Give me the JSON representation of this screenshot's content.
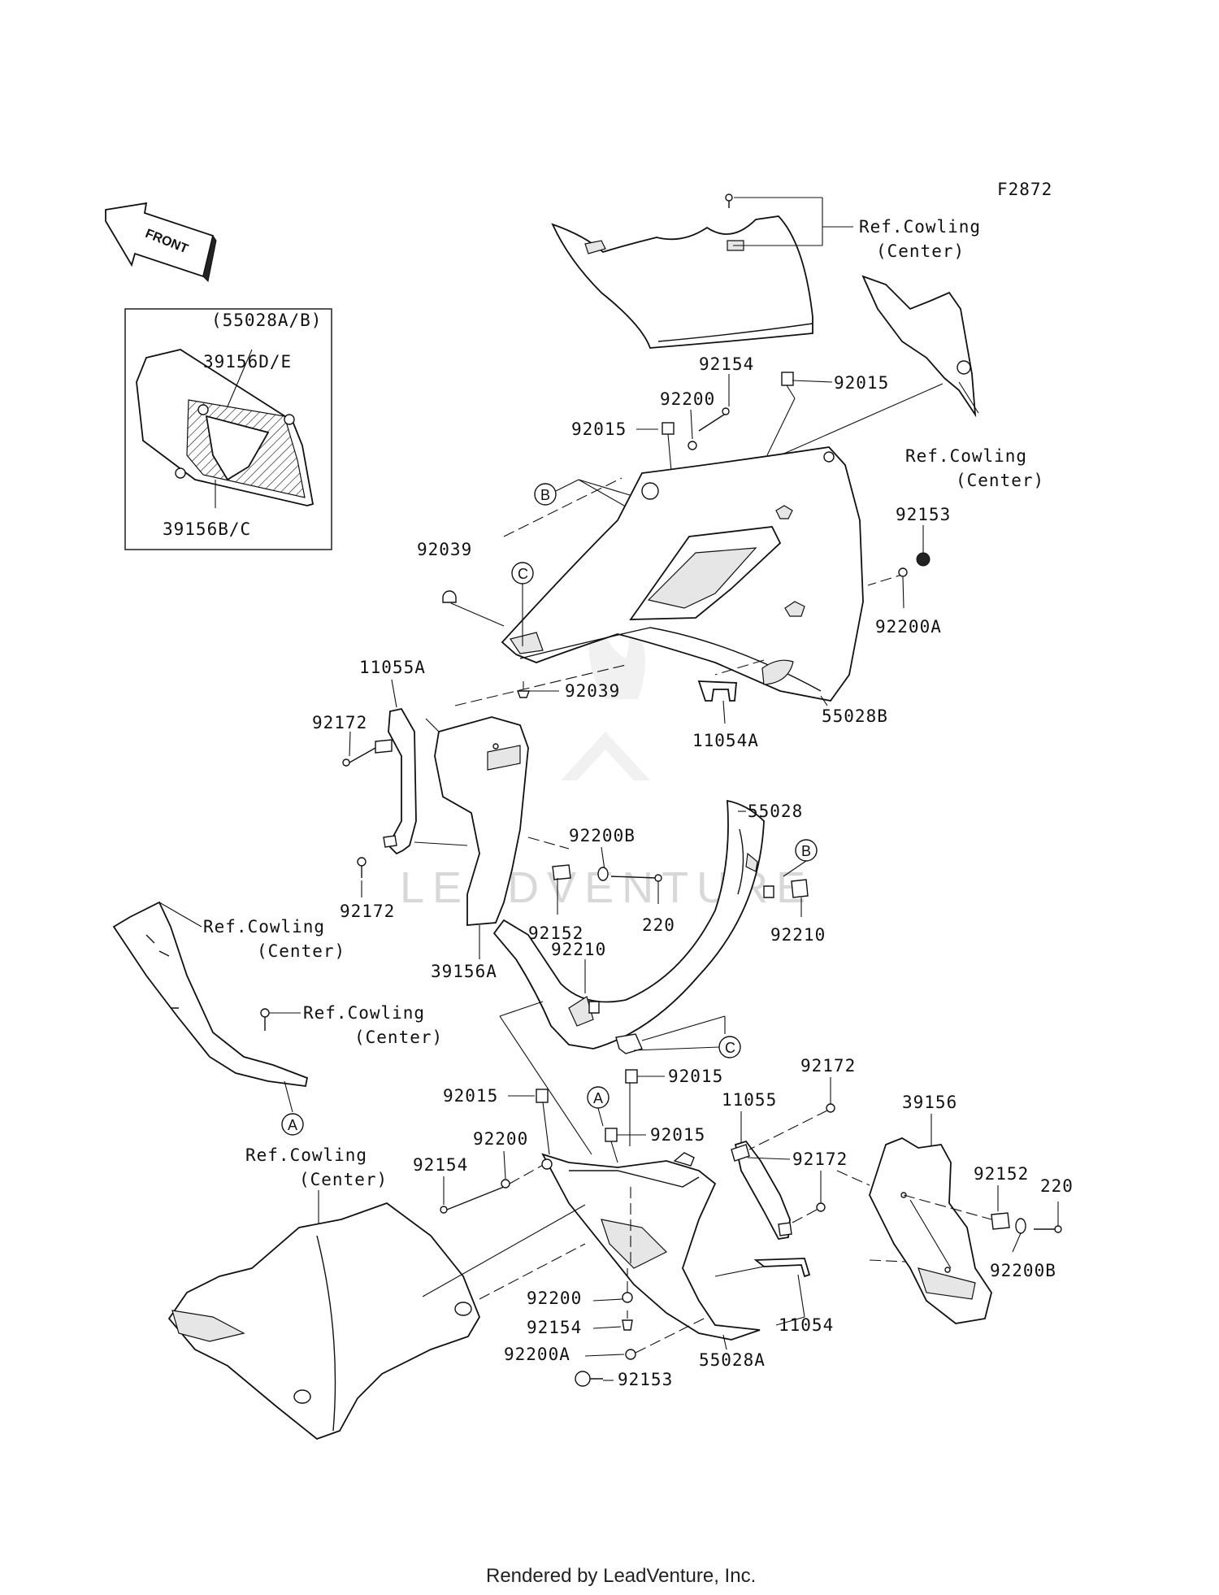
{
  "diagram_id": "F2872",
  "front_label": "FRONT",
  "inset_title": "(55028A/B)",
  "footer": "Rendered by LeadVenture, Inc.",
  "watermark": "LEADVENTURE",
  "ref_label_line1": "Ref.Cowling",
  "ref_label_line2": "(Center)",
  "callout_letters": [
    "A",
    "B",
    "C"
  ],
  "parts": [
    {
      "id": "p1",
      "number": "39156D/E"
    },
    {
      "id": "p2",
      "number": "39156B/C"
    },
    {
      "id": "p3",
      "number": "92154"
    },
    {
      "id": "p4",
      "number": "92015"
    },
    {
      "id": "p5",
      "number": "92200"
    },
    {
      "id": "p6",
      "number": "92015"
    },
    {
      "id": "p7",
      "number": "92153"
    },
    {
      "id": "p8",
      "number": "92039"
    },
    {
      "id": "p9",
      "number": "92200A"
    },
    {
      "id": "p10",
      "number": "92039"
    },
    {
      "id": "p11",
      "number": "11055A"
    },
    {
      "id": "p12",
      "number": "55028B"
    },
    {
      "id": "p13",
      "number": "92172"
    },
    {
      "id": "p14",
      "number": "11054A"
    },
    {
      "id": "p15",
      "number": "92200B"
    },
    {
      "id": "p16",
      "number": "55028"
    },
    {
      "id": "p17",
      "number": "92152"
    },
    {
      "id": "p18",
      "number": "220"
    },
    {
      "id": "p19",
      "number": "92210"
    },
    {
      "id": "p20",
      "number": "92172"
    },
    {
      "id": "p21",
      "number": "39156A"
    },
    {
      "id": "p22",
      "number": "92210"
    },
    {
      "id": "p23",
      "number": "92015"
    },
    {
      "id": "p24",
      "number": "92172"
    },
    {
      "id": "p25",
      "number": "92015"
    },
    {
      "id": "p26",
      "number": "11055"
    },
    {
      "id": "p27",
      "number": "39156"
    },
    {
      "id": "p28",
      "number": "92200"
    },
    {
      "id": "p29",
      "number": "92015"
    },
    {
      "id": "p30",
      "number": "92172"
    },
    {
      "id": "p31",
      "number": "92154"
    },
    {
      "id": "p32",
      "number": "92152"
    },
    {
      "id": "p33",
      "number": "220"
    },
    {
      "id": "p34",
      "number": "92200B"
    },
    {
      "id": "p35",
      "number": "92200"
    },
    {
      "id": "p36",
      "number": "11054"
    },
    {
      "id": "p37",
      "number": "92154"
    },
    {
      "id": "p38",
      "number": "92200A"
    },
    {
      "id": "p39",
      "number": "55028A"
    },
    {
      "id": "p40",
      "number": "92153"
    }
  ]
}
